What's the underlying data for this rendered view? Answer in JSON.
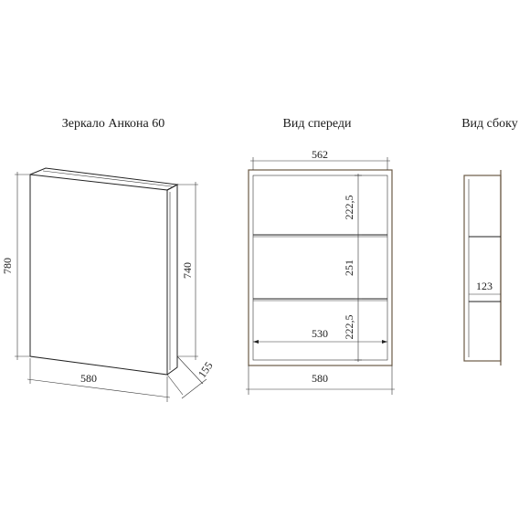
{
  "titles": {
    "iso": "Зеркало Анкона 60",
    "front": "Вид спереди",
    "side": "Вид сбоку"
  },
  "dims": {
    "iso_height": "780",
    "iso_inner_height": "740",
    "iso_width": "580",
    "iso_depth": "155",
    "front_inner_width": "562",
    "front_top_shelf": "222,5",
    "front_mid_shelf": "251",
    "front_bottom_shelf": "222,5",
    "front_shelf_width": "530",
    "front_outer_width": "580",
    "side_depth": "123"
  }
}
